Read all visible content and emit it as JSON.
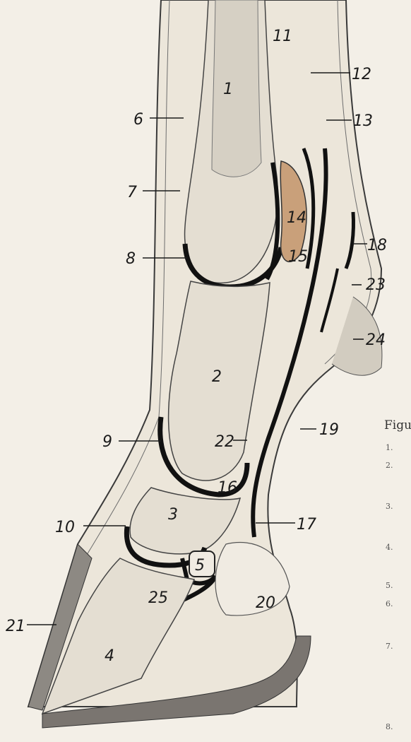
{
  "labels": [
    "1",
    "2",
    "3",
    "4",
    "5",
    "6",
    "7",
    "8",
    "9",
    "10",
    "11",
    "12",
    "13",
    "14",
    "15",
    "16",
    "17",
    "18",
    "19",
    "20",
    "21",
    "22",
    "23",
    "24",
    "25"
  ],
  "caption": {
    "title": "Figu",
    "numbers": [
      "1.",
      "2.",
      "3.",
      "4.",
      "5.",
      "6.",
      "7.",
      "8."
    ]
  },
  "colors": {
    "ink": "#1b1b1b",
    "paper": "#f3efe7",
    "bone": "#e4ded2",
    "tendon": "#d9d3c7",
    "hoof": "#8d8983",
    "fat": "#c9a07a"
  }
}
